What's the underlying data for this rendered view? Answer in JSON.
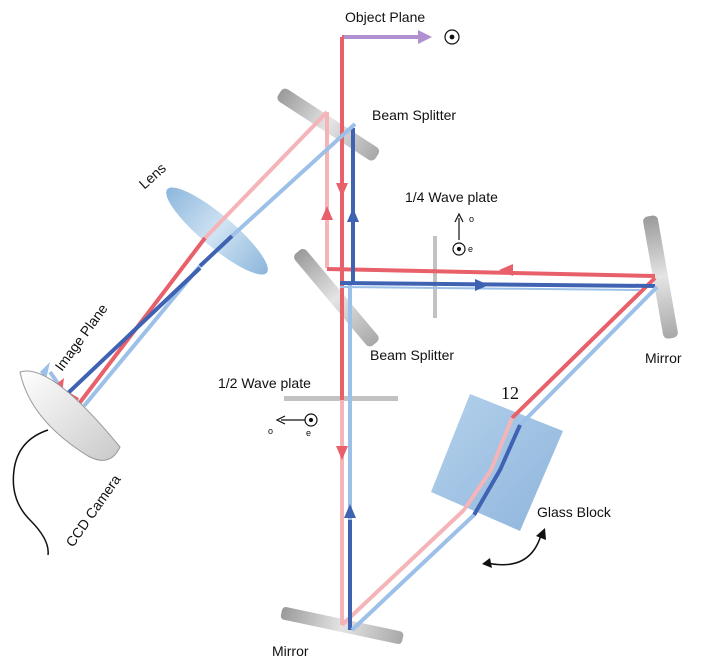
{
  "labels": {
    "object_plane": "Object Plane",
    "beam_splitter_top": "Beam Splitter",
    "beam_splitter_mid": "Beam Splitter",
    "lens": "Lens",
    "quarter_wave": "1/4 Wave plate",
    "half_wave": "1/2 Wave plate",
    "image_plane": "Image Plane",
    "ccd_camera": "CCD Camera",
    "mirror_right": "Mirror",
    "mirror_bottom": "Mirror",
    "glass_block": "Glass Block",
    "block_number": "12",
    "axis_o_quarter": "o",
    "axis_e_quarter": "e",
    "axis_o_half": "o",
    "axis_e_half": "e"
  },
  "colors": {
    "red_beam": "#e8606a",
    "light_red_beam": "#f5b4b8",
    "blue_beam": "#3f63b2",
    "light_blue_beam": "#9cc0e8",
    "object_arrow": "#b090d0",
    "optic_gray": "#b8b8b8",
    "lens_fill": "#a9cbe6",
    "block_fill": "#8fb8df"
  }
}
